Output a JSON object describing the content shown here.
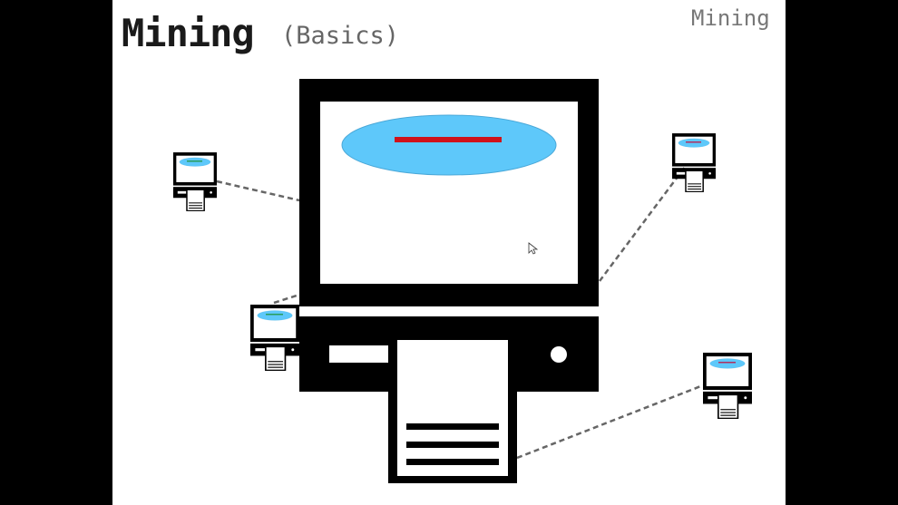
{
  "slide": {
    "title": "Mining",
    "subtitle": "(Basics)",
    "section_label": "Mining"
  },
  "diagram": {
    "central_node": "computer",
    "peer_nodes": 4,
    "colors": {
      "screen_ellipse": "#5ec8fa",
      "main_bar": "#d0121b",
      "peer_bar_left": "#2a9d5c",
      "peer_bar_right": "#b03060",
      "link": "#666666"
    }
  }
}
